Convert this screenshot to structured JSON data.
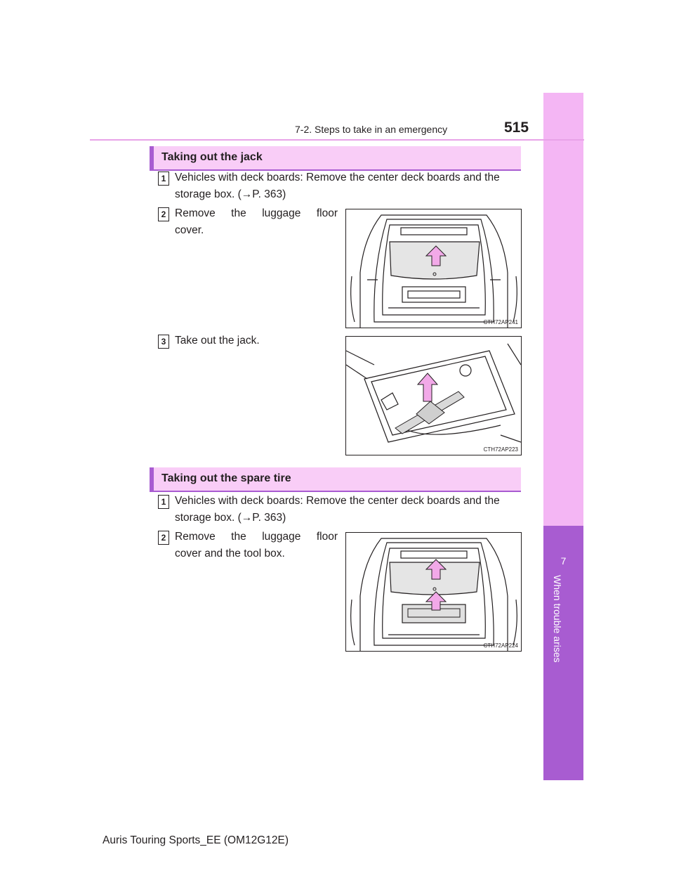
{
  "header": {
    "section": "7-2. Steps to take in an emergency",
    "page_number": "515"
  },
  "side_tab": {
    "chapter_number": "7",
    "chapter_title": "When trouble arises"
  },
  "jack_section": {
    "title": "Taking out the jack",
    "steps": [
      {
        "num": "1",
        "line1": "Vehicles with deck boards: Remove the center deck boards and the",
        "line2": "storage box. (→P. 363)"
      },
      {
        "num": "2",
        "line1": "Remove the luggage floor",
        "line2": "cover.",
        "figure_code": "CTH72AP241"
      },
      {
        "num": "3",
        "line1": "Take out the jack.",
        "figure_code": "CTH72AP223"
      }
    ]
  },
  "spare_section": {
    "title": "Taking out the spare tire",
    "steps": [
      {
        "num": "1",
        "line1": "Vehicles with deck boards: Remove the center deck boards and the",
        "line2": "storage box. (→P. 363)"
      },
      {
        "num": "2",
        "line1": "Remove the luggage floor",
        "line2": "cover and the tool box.",
        "figure_code": "CTH72AP224"
      }
    ]
  },
  "footer": {
    "text": "Auris Touring Sports_EE (OM12G12E)"
  },
  "colors": {
    "tab_pink": "#f4b6f4",
    "tab_dark": "#a85cd1",
    "section_bg": "#f9cdf7",
    "arrow_pink": "#f2a9e8"
  }
}
